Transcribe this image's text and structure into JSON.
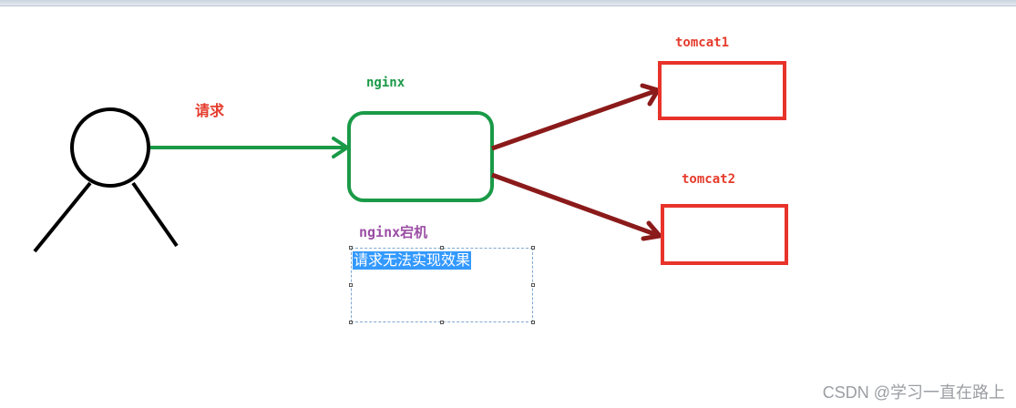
{
  "labels": {
    "request": "请求",
    "nginx": "nginx",
    "tomcat1": "tomcat1",
    "tomcat2": "tomcat2",
    "nginx_down": "nginx宕机"
  },
  "textbox": {
    "selected_text": "请求无法实现效果"
  },
  "watermark": "CSDN @学习一直在路上",
  "colors": {
    "person": "#000000",
    "green": "#1a9a47",
    "red_box": "#e8332b",
    "dark_red_arrow": "#8b1a1a",
    "red_label": "#e53b2c",
    "purple_label": "#9b4fa5",
    "selection": "#3399ff"
  },
  "icons": {
    "user": "stick-figure-icon",
    "arrow": "arrow-icon"
  }
}
